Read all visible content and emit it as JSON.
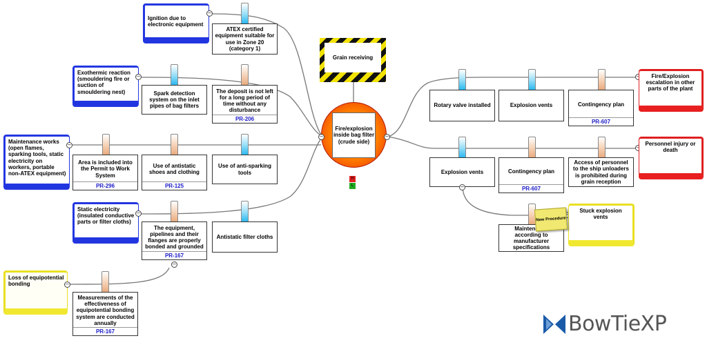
{
  "hazard": {
    "label": "Grain receiving"
  },
  "top_event": {
    "label": "Fire/explosion inside bag filter (crude side)"
  },
  "risk_matrix": {
    "cell_top": "H",
    "cell_bottom": "L"
  },
  "threats": [
    {
      "id": "t1",
      "label": "Ignition due to electronic equipment"
    },
    {
      "id": "t2",
      "label": "Exothermic reaction (smouldering fire or suction of smouldering nest)"
    },
    {
      "id": "t3",
      "label": "Maintenance works (open flames, sparking tools, static electricity on workers, portable non-ATEX equipment)"
    },
    {
      "id": "t4",
      "label": "Static electricity (insulated conductive parts or filter cloths)"
    },
    {
      "id": "t5",
      "label": "Loss of equipotential bonding"
    }
  ],
  "prevention_barriers": [
    {
      "id": "b1",
      "label": "ATEX certified equipment suitable for use in Zone 20 (category 1)",
      "ref": ""
    },
    {
      "id": "b2",
      "label": "Spark detection system on the inlet pipes of bag filters",
      "ref": ""
    },
    {
      "id": "b3",
      "label": "The deposit is not left for a long period of time without any disturbance",
      "ref": "PR-206"
    },
    {
      "id": "b4",
      "label": "Area is included into the Permit to Work System",
      "ref": "PR-296"
    },
    {
      "id": "b5",
      "label": "Use of antistatic shoes and clothing",
      "ref": "PR-125"
    },
    {
      "id": "b6",
      "label": "Use of anti-sparking tools",
      "ref": ""
    },
    {
      "id": "b7",
      "label": "The equipment, pipelines and their flanges are properly bonded and grounded",
      "ref": "PR-167"
    },
    {
      "id": "b8",
      "label": "Antistatic filter cloths",
      "ref": ""
    },
    {
      "id": "b9",
      "label": "Measurements of the effectiveness of equipotential bonding system are conducted annually",
      "ref": "PR-167"
    }
  ],
  "mitigation_barriers": [
    {
      "id": "m1",
      "label": "Rotary valve installed",
      "ref": ""
    },
    {
      "id": "m2",
      "label": "Explosion vents",
      "ref": ""
    },
    {
      "id": "m3",
      "label": "Contingency plan",
      "ref": "PR-607"
    },
    {
      "id": "m4",
      "label": "Explosion vents",
      "ref": ""
    },
    {
      "id": "m5",
      "label": "Contingency plan",
      "ref": "PR-607"
    },
    {
      "id": "m6",
      "label": "Access of personnel to the ship unloaders is prohibited during grain reception",
      "ref": ""
    },
    {
      "id": "m7",
      "label": "Maintenance according to manufacturer specifications",
      "ref": ""
    }
  ],
  "consequences": [
    {
      "id": "c1",
      "label": "Fire/Explosion escalation in other parts of the plant"
    },
    {
      "id": "c2",
      "label": "Personnel injury or death"
    }
  ],
  "escalation_factor": {
    "label": "Stuck explosion vents"
  },
  "note": {
    "label": "New Procedure"
  },
  "logo": {
    "text": "BowTieXP",
    "accent_color": "#1a5aa8"
  },
  "colors": {
    "threat_blue": "#2236e0",
    "consequence_red": "#e82020",
    "yellow": "#f0e830",
    "ref_blue": "#1c1cc8"
  }
}
